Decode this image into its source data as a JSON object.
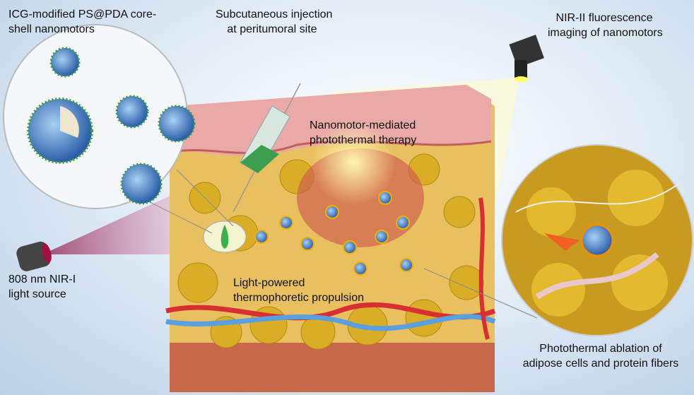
{
  "labels": {
    "nanomotors": {
      "line1": "ICG-modified PS@PDA core-",
      "line2": "shell nanomotors"
    },
    "injection": {
      "line1": "Subcutaneous injection",
      "line2": "at peritumoral site"
    },
    "imaging": {
      "line1": "NIR-II fluorescence",
      "line2": "imaging of nanomotors"
    },
    "therapy": {
      "line1": "Nanomotor-mediated",
      "line2": "photothermal therapy"
    },
    "light_source": {
      "line1": "808 nm NIR-I",
      "line2": "light source"
    },
    "propulsion": {
      "line1": "Light-powered",
      "line2": "thermophoretic propulsion"
    },
    "ablation": {
      "line1": "Photothermal ablation of",
      "line2": "adipose cells and protein fibers"
    }
  },
  "colors": {
    "skin": "#e9a4a0",
    "fat": "#e0b62a",
    "muscle": "#c8684a",
    "vessel_red": "#d83030",
    "vessel_blue": "#5aa0e0",
    "laser": "#c0306a",
    "nanomotor": "#4a8ad0"
  }
}
